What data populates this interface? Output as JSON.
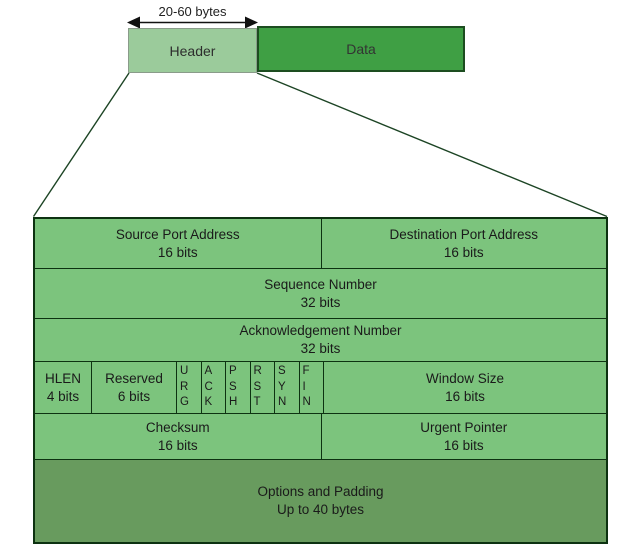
{
  "segment": {
    "size_label": "20-60 bytes",
    "header_label": "Header",
    "data_label": "Data"
  },
  "colors": {
    "header_fill": "#9bcb9b",
    "data_fill": "#3f9f44",
    "row_fill": "#7cc47d",
    "options_fill": "#689b5e",
    "border_dark": "#0d3211"
  },
  "header_fields": {
    "source_port": {
      "name": "Source Port Address",
      "size": "16 bits"
    },
    "destination_port": {
      "name": "Destination Port Address",
      "size": "16 bits"
    },
    "sequence_number": {
      "name": "Sequence Number",
      "size": "32 bits"
    },
    "acknowledgement_number": {
      "name": "Acknowledgement Number",
      "size": "32 bits"
    },
    "hlen": {
      "name": "HLEN",
      "size": "4 bits"
    },
    "reserved": {
      "name": "Reserved",
      "size": "6 bits"
    },
    "flags": {
      "urg": "U\nR\nG",
      "ack": "A\nC\nK",
      "psh": "P\nS\nH",
      "rst": "R\nS\nT",
      "syn": "S\nY\nN",
      "fin": "F\nI\nN"
    },
    "window_size": {
      "name": "Window Size",
      "size": "16 bits"
    },
    "checksum": {
      "name": "Checksum",
      "size": "16 bits"
    },
    "urgent_pointer": {
      "name": "Urgent Pointer",
      "size": "16 bits"
    },
    "options": {
      "name": "Options and Padding",
      "size": "Up to 40 bytes"
    }
  }
}
